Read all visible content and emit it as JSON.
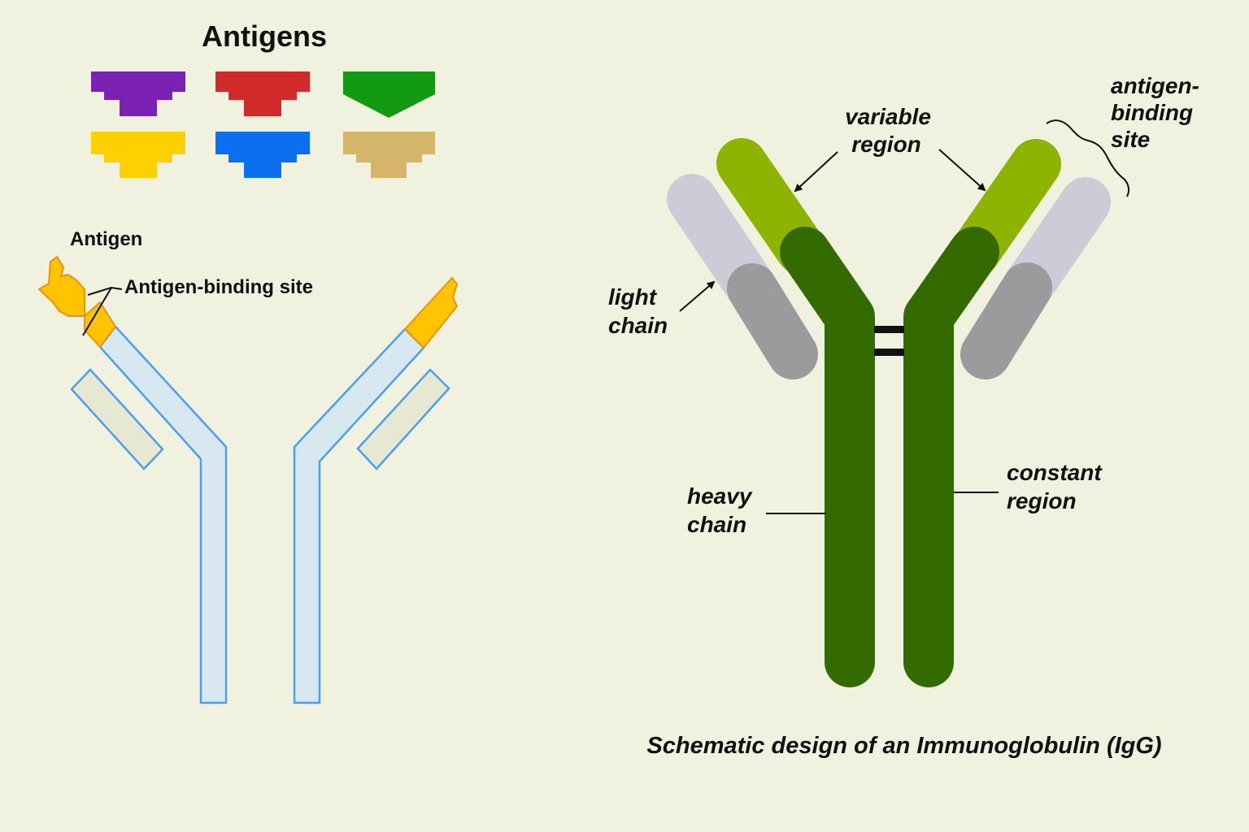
{
  "left_panel": {
    "title": "Antigens",
    "antigen_label": "Antigen",
    "binding_site_label": "Antigen-binding site",
    "antigen_colors": [
      "#7b22b4",
      "#d02a2a",
      "#129a12",
      "#ffd000",
      "#0a6ff0",
      "#d4b56a"
    ]
  },
  "right_panel": {
    "labels": {
      "variable_1": "variable",
      "variable_2": "region",
      "binding_1": "antigen-",
      "binding_2": "binding",
      "binding_3": "site",
      "light_1": "light",
      "light_2": "chain",
      "heavy_1": "heavy",
      "heavy_2": "chain",
      "constant_1": "constant",
      "constant_2": "region"
    },
    "caption": "Schematic design of an Immunoglobulin (IgG)",
    "colors": {
      "heavy_chain": "#336b00",
      "variable_region": "#8cb400",
      "light_chain_constant": "#9a9b9c",
      "light_chain_variable": "#ccccd9"
    }
  },
  "schematic_colors": {
    "chain_fill": "#d8e8f0",
    "chain_stroke": "#4a9ff0",
    "light_fill": "#e6e8d2",
    "site_fill": "#ffc400",
    "site_stroke": "#f09010"
  }
}
